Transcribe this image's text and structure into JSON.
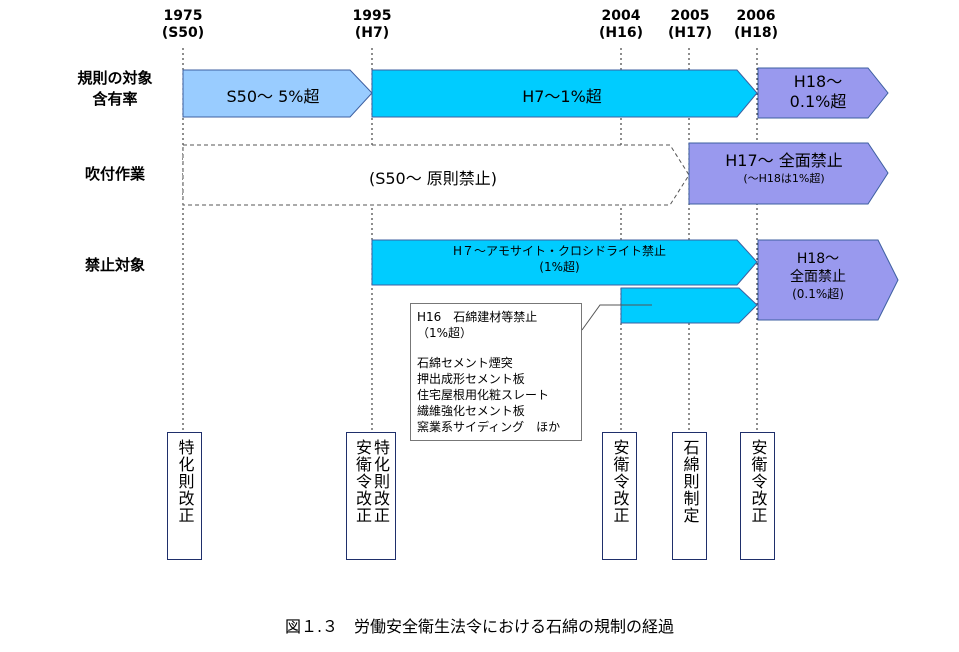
{
  "years": [
    {
      "year": "1975",
      "era": "(S50)"
    },
    {
      "year": "1995",
      "era": "(H7)"
    },
    {
      "year": "2004",
      "era": "(H16)"
    },
    {
      "year": "2005",
      "era": "(H17)"
    },
    {
      "year": "2006",
      "era": "(H18)"
    }
  ],
  "rows": {
    "content_rate": {
      "line1": "規則の対象",
      "line2": "含有率"
    },
    "spraying": {
      "label": "吹付作業"
    },
    "prohibited": {
      "label": "禁止対象"
    }
  },
  "bars": {
    "s50": "S50～ 5%超",
    "h7": "H7～1%超",
    "h18_line1": "H18～",
    "h18_line2": "0.1%超",
    "spray_dashed": "(S50～ 原則禁止)",
    "h17_line1": "H17～ 全面禁止",
    "h17_line2": "(～H18は1%超)",
    "amosite_line1": "H７～アモサイト・クロシドライト禁止",
    "amosite_line2": "(1%超)",
    "h18ban_line1": "H18～",
    "h18ban_line2": "全面禁止",
    "h18ban_line3": "(0.1%超)"
  },
  "callout": {
    "title": "H16　石綿建材等禁止",
    "sub": "（1%超）",
    "items": [
      "石綿セメント煙突",
      "押出成形セメント板",
      "住宅屋根用化粧スレート",
      "繊維強化セメント板",
      "窯業系サイディング　ほか"
    ]
  },
  "events": {
    "e1975": "特化則改正",
    "e1995a": "安衛令改正",
    "e1995b": "特化則改正",
    "e2004": "安衛令改正",
    "e2005": "石綿則制定",
    "e2006": "安衛令改正"
  },
  "caption": "図１.３　労働安全衛生法令における石綿の規制の経過",
  "colors": {
    "light_blue": "#99ccff",
    "cyan": "#00ccff",
    "purple": "#9999ee",
    "box_border": "#1f2f6b"
  }
}
